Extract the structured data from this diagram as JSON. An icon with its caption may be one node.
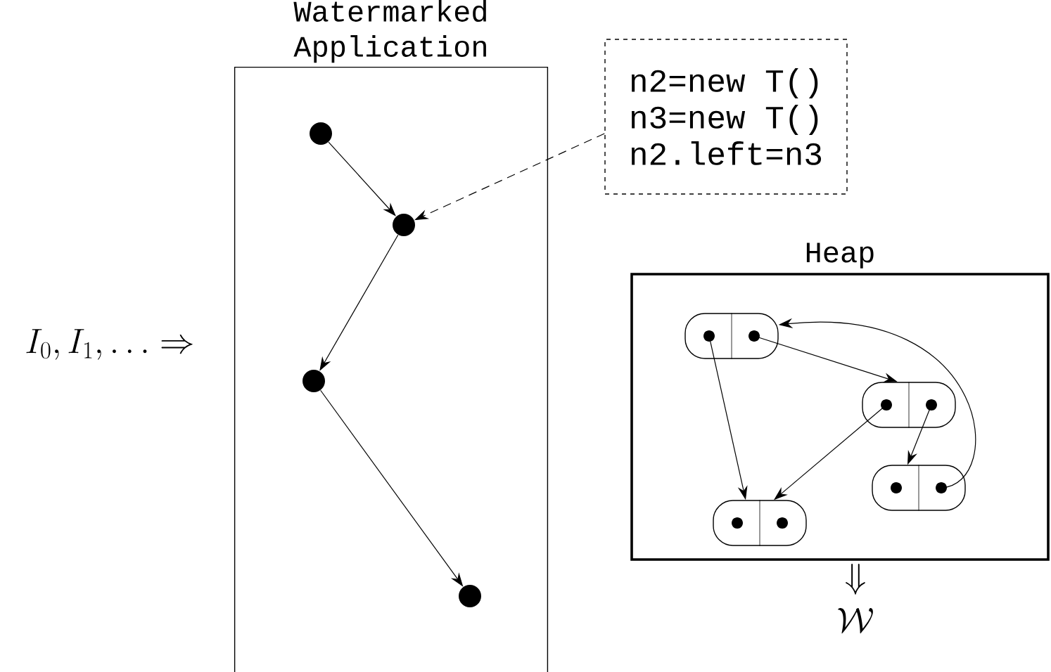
{
  "diagram": {
    "nodes": [
      {
        "text": [
          "Watermarked Application"
        ]
      },
      {
        "text": [],
        "shape": "circle",
        "in": 0
      },
      {
        "text": [],
        "shape": "circle",
        "in": 0
      },
      {
        "text": [],
        "shape": "circle",
        "in": 0
      },
      {
        "text": [],
        "shape": "circle",
        "in": 0
      },
      {
        "text": [
          "n2=new T()",
          "n3=new T()",
          "n2.left=n3"
        ]
      },
      {
        "text": [
          "Heap"
        ]
      },
      {
        "text": [],
        "shape": "box",
        "in": 6
      },
      {
        "text": [],
        "shape": "box",
        "in": 6
      },
      {
        "text": [],
        "shape": "box",
        "in": 6
      },
      {
        "text": [],
        "shape": "box",
        "in": 6
      }
    ],
    "edges": [
      {
        "from": 1,
        "to": 2,
        "arrow": "to"
      },
      {
        "from": 2,
        "to": 3,
        "arrow": "to"
      },
      {
        "from": 3,
        "to": 4,
        "arrow": "to"
      },
      {
        "from": 5,
        "to": 2,
        "arrow": "to",
        "style": "dashed"
      },
      {
        "from": 7,
        "to": 8,
        "arrow": "to"
      },
      {
        "from": 7,
        "to": 10,
        "arrow": "to"
      },
      {
        "from": 8,
        "to": 10,
        "arrow": "to"
      },
      {
        "from": 8,
        "to": 9,
        "arrow": "to"
      },
      {
        "from": 9,
        "to": 7,
        "arrow": "to"
      }
    ],
    "labels": [
      "I_0, I_1, \\ldots \\Rightarrow",
      "\\Downarrow",
      "\\mathcal{W}"
    ]
  }
}
